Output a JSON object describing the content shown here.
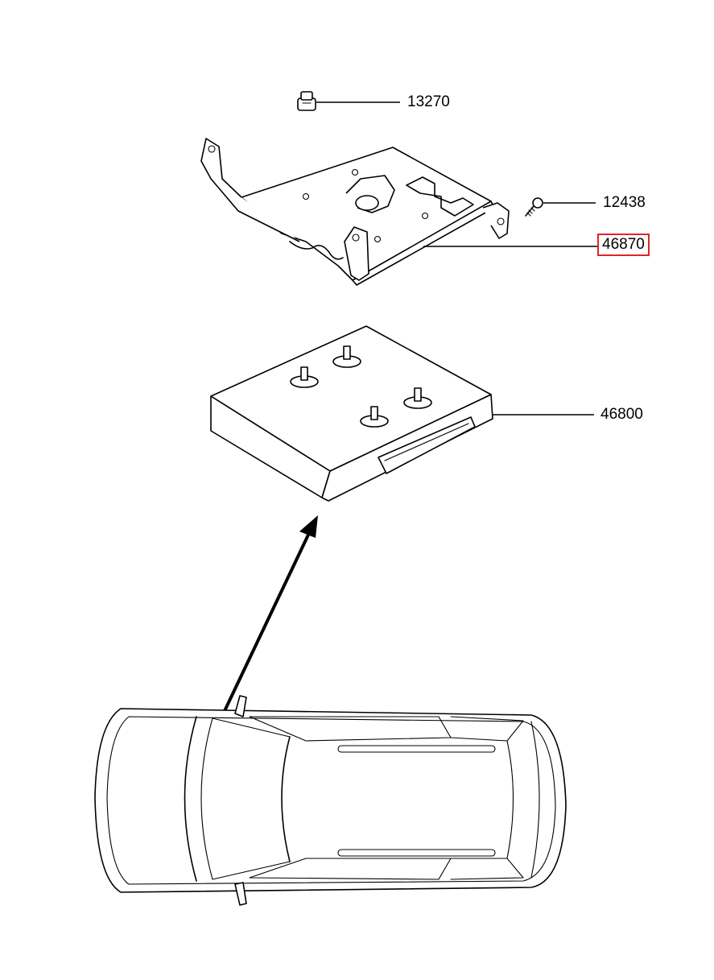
{
  "parts": [
    {
      "number": "13270",
      "highlighted": false
    },
    {
      "number": "12438",
      "highlighted": false
    },
    {
      "number": "46870",
      "highlighted": true
    },
    {
      "number": "46800",
      "highlighted": false
    }
  ],
  "highlight_color": "#e0242b"
}
